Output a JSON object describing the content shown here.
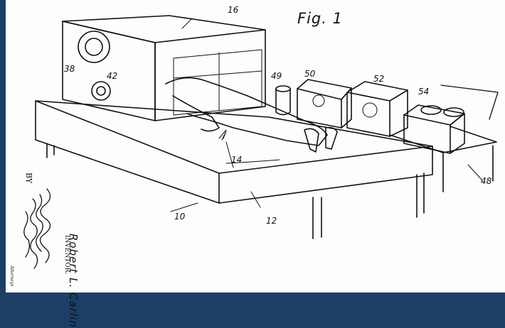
{
  "figure": {
    "title": "Fig. 1",
    "reference_numerals": [
      "10",
      "12",
      "14",
      "16",
      "38",
      "42",
      "48",
      "49",
      "50",
      "52",
      "54"
    ]
  },
  "inventor": {
    "name": "Robert L. Carlin",
    "role": "INVENTOR.",
    "by": "BY",
    "attorneys_label": "Attorneys",
    "signature": "Clarence A. O'Brien and Harvey B. Jacobson"
  },
  "colors": {
    "border": "#1c3f66",
    "paper": "#fdfdfb",
    "ink": "#111111"
  }
}
